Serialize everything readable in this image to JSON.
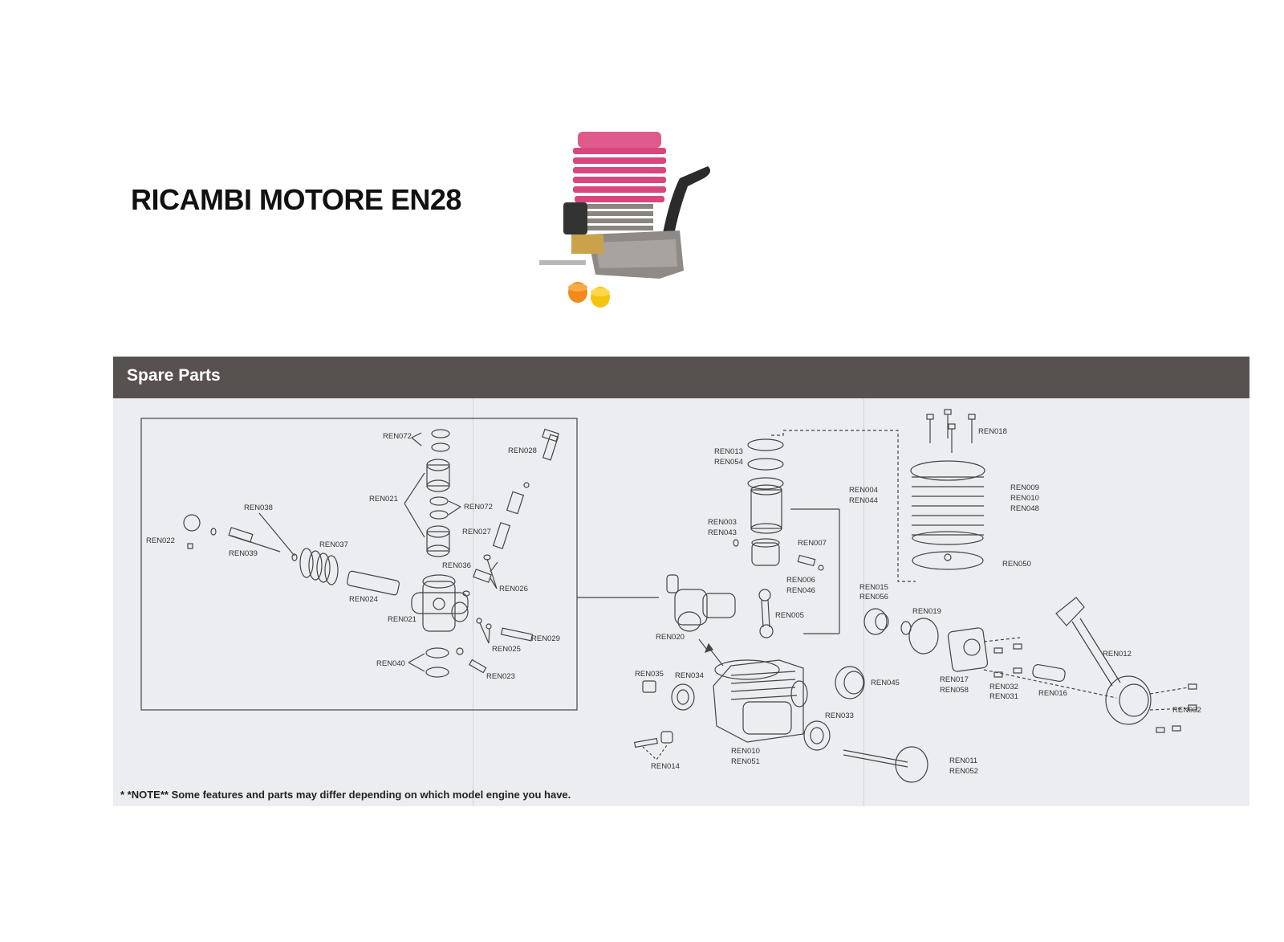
{
  "title": "RICAMBI MOTORE EN28",
  "sheet": {
    "header": "Spare Parts",
    "note": "* *NOTE** Some features and parts may differ depending on which model engine you have."
  },
  "colors": {
    "header": "#57524f",
    "sheet": "#ecedf1",
    "engine_head": "#d9467e",
    "line": "#444444"
  },
  "icons": [
    "engine-photo",
    "exploded-parts-diagram"
  ],
  "labels": {
    "ren072a": "REN072",
    "ren028": "REN028",
    "ren021a": "REN021",
    "ren072b": "REN072",
    "ren027": "REN027",
    "ren038": "REN038",
    "ren037": "REN037",
    "ren036": "REN036",
    "ren026": "REN026",
    "ren022": "REN022",
    "ren039": "REN039",
    "ren024": "REN024",
    "ren021b": "REN021",
    "ren029": "REN029",
    "ren025": "REN025",
    "ren040": "REN040",
    "ren023": "REN023",
    "ren013": "REN013",
    "ren054": "REN054",
    "ren004": "REN004",
    "ren044": "REN044",
    "ren003": "REN003",
    "ren043": "REN043",
    "ren007": "REN007",
    "ren006": "REN006",
    "ren046": "REN046",
    "ren005": "REN005",
    "ren018": "REN018",
    "ren009": "REN009",
    "ren010a": "REN010",
    "ren048": "REN048",
    "ren050": "REN050",
    "ren015": "REN015",
    "ren056": "REN056",
    "ren019": "REN019",
    "ren020": "REN020",
    "ren035": "REN035",
    "ren034": "REN034",
    "ren045": "REN045",
    "ren017": "REN017",
    "ren058": "REN058",
    "ren032a": "REN032",
    "ren031": "REN031",
    "ren016": "REN016",
    "ren012": "REN012",
    "ren032b": "REN032",
    "ren033": "REN033",
    "ren010b": "REN010",
    "ren051": "REN051",
    "ren014": "REN014",
    "ren011": "REN011",
    "ren052": "REN052"
  }
}
